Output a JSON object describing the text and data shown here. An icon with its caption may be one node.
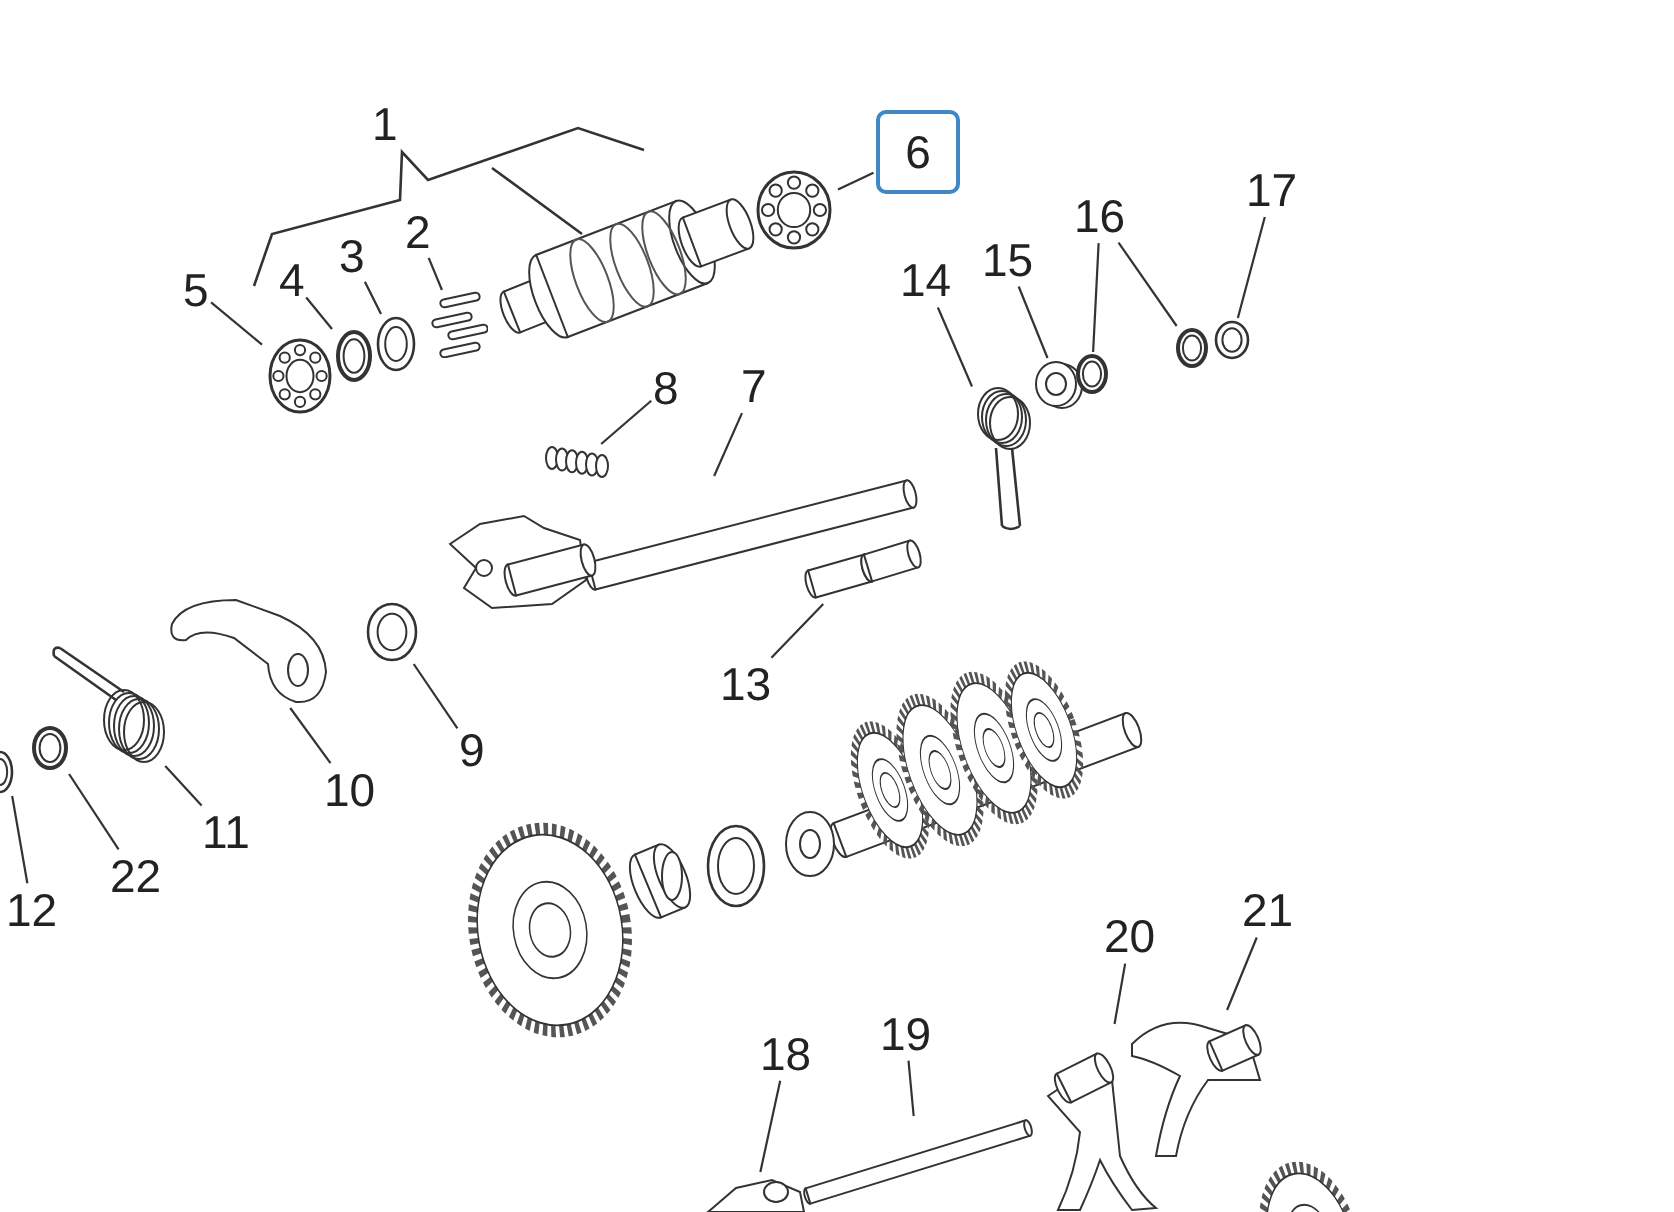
{
  "diagram": {
    "nodes": [
      {
        "text": [
          "2"
        ]
      },
      {
        "text": [
          "3"
        ]
      },
      {
        "text": [
          "4"
        ]
      },
      {
        "text": [
          "5"
        ]
      },
      {
        "text": [
          "6"
        ]
      },
      {
        "text": [
          "7"
        ]
      },
      {
        "text": [
          "8"
        ]
      },
      {
        "text": [
          "9"
        ]
      },
      {
        "text": [
          "10"
        ]
      },
      {
        "text": [
          "11"
        ]
      },
      {
        "text": [
          "12"
        ]
      },
      {
        "text": [
          "13"
        ]
      },
      {
        "text": [
          "14"
        ]
      },
      {
        "text": [
          "15"
        ]
      },
      {
        "text": [
          "16"
        ]
      },
      {
        "text": [
          "17"
        ]
      },
      {
        "text": [
          "18"
        ]
      },
      {
        "text": [
          "19"
        ]
      },
      {
        "text": [
          "20"
        ]
      },
      {
        "text": [
          "21"
        ]
      },
      {
        "text": [
          "22"
        ]
      },
      {
        "text": [],
        "shape": "picture"
      },
      {
        "text": [],
        "shape": "picture"
      },
      {
        "text": [],
        "shape": "picture"
      },
      {
        "text": [],
        "shape": "picture"
      },
      {
        "text": [],
        "shape": "picture"
      },
      {
        "text": [],
        "shape": "picture"
      },
      {
        "text": [],
        "shape": "picture"
      },
      {
        "text": [],
        "shape": "picture"
      },
      {
        "text": [],
        "shape": "picture"
      },
      {
        "text": [],
        "shape": "picture"
      },
      {
        "text": [],
        "shape": "picture"
      },
      {
        "text": [],
        "shape": "picture"
      },
      {
        "text": [],
        "shape": "picture"
      },
      {
        "text": [],
        "shape": "picture"
      },
      {
        "text": [],
        "shape": "picture"
      },
      {
        "text": [],
        "shape": "picture"
      },
      {
        "text": [],
        "shape": "picture"
      },
      {
        "text": [],
        "shape": "picture"
      },
      {
        "text": [],
        "shape": "picture"
      },
      {
        "text": [],
        "shape": "picture"
      },
      {
        "text": [],
        "shape": "picture"
      },
      {
        "text": [],
        "shape": "picture"
      }
    ],
    "edges": [
      {
        "from": 0,
        "to": 21,
        "arrow": "none"
      },
      {
        "from": 1,
        "to": 22,
        "arrow": "none"
      },
      {
        "from": 2,
        "to": 23,
        "arrow": "none"
      },
      {
        "from": 3,
        "to": 24,
        "arrow": "none"
      },
      {
        "from": 4,
        "to": 25,
        "arrow": "none"
      },
      {
        "from": 5,
        "to": 26,
        "arrow": "none"
      },
      {
        "from": 6,
        "to": 27,
        "arrow": "none"
      },
      {
        "from": 7,
        "to": 28,
        "arrow": "none"
      },
      {
        "from": 8,
        "to": 29,
        "arrow": "none"
      },
      {
        "from": 9,
        "to": 30,
        "arrow": "none"
      },
      {
        "from": 10,
        "to": 31,
        "arrow": "none"
      },
      {
        "from": 11,
        "to": 32,
        "arrow": "none"
      },
      {
        "from": 12,
        "to": 33,
        "arrow": "none"
      },
      {
        "from": 13,
        "to": 34,
        "arrow": "none"
      },
      {
        "from": 14,
        "to": 35,
        "arrow": "none"
      },
      {
        "from": 14,
        "to": 36,
        "arrow": "none"
      },
      {
        "from": 15,
        "to": 37,
        "arrow": "none"
      },
      {
        "from": 16,
        "to": 38,
        "arrow": "none"
      },
      {
        "from": 17,
        "to": 39,
        "arrow": "none"
      },
      {
        "from": 18,
        "to": 40,
        "arrow": "none"
      },
      {
        "from": 19,
        "to": 41,
        "arrow": "none"
      },
      {
        "from": 20,
        "to": 42,
        "arrow": "none"
      }
    ],
    "labels": [
      "1"
    ]
  }
}
